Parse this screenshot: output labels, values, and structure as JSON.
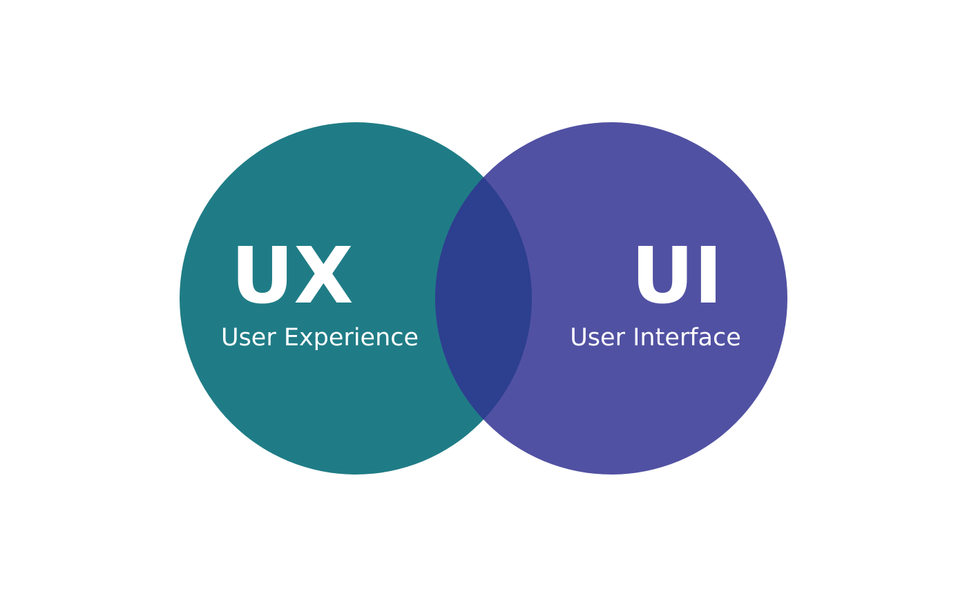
{
  "diagram": {
    "type": "venn",
    "colors": {
      "background": "#ffffff",
      "left_circle": "#1f7c86",
      "right_circle": "#5151a3",
      "overlap": "#2d3f8f",
      "text": "#ffffff"
    },
    "left": {
      "title": "UX",
      "subtitle": "User Experience"
    },
    "right": {
      "title": "UI",
      "subtitle": "User Interface"
    }
  }
}
